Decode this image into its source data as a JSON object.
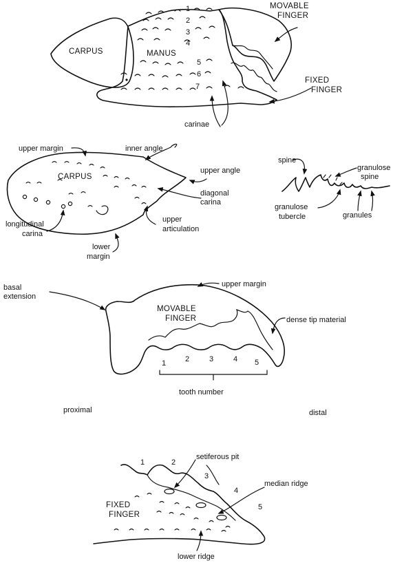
{
  "panel1": {
    "carpus": "CARPUS",
    "manus": "MANUS",
    "movable_finger": [
      "MOVABLE",
      "FINGER"
    ],
    "fixed_finger": [
      "FIXED",
      "FINGER"
    ],
    "carinae": "carinae",
    "carina_numbers": [
      "1",
      "2",
      "3",
      "4",
      "5",
      "6",
      "7"
    ]
  },
  "panel2": {
    "upper_margin": "upper margin",
    "inner_angle": "inner angle",
    "upper_angle": "upper angle",
    "carpus": "CARPUS",
    "diagonal_carina": [
      "diagonal",
      "carina"
    ],
    "longitudinal_carina": [
      "longitudinal",
      "carina"
    ],
    "lower_margin": [
      "lower",
      "margin"
    ],
    "upper_articulation": [
      "upper",
      "articulation"
    ]
  },
  "panel3": {
    "spine": "spine",
    "granulose_spine": [
      "granulose",
      "spine"
    ],
    "granulose_tubercle": [
      "granulose",
      "tubercle"
    ],
    "granules": "granules"
  },
  "panel4": {
    "basal_extension": [
      "basal",
      "extension"
    ],
    "upper_margin": "upper margin",
    "movable_finger": [
      "MOVABLE",
      "FINGER"
    ],
    "dense_tip": "dense tip material",
    "tooth_numbers": [
      "1",
      "2",
      "3",
      "4",
      "5"
    ],
    "tooth_number": "tooth number",
    "proximal": "proximal",
    "distal": "distal"
  },
  "panel5": {
    "numbers": [
      "1",
      "2",
      "3",
      "4",
      "5"
    ],
    "setiferous_pit": "setiferous pit",
    "median_ridge": "median ridge",
    "fixed_finger": [
      "FIXED",
      "FINGER"
    ],
    "lower_ridge": "lower ridge"
  }
}
